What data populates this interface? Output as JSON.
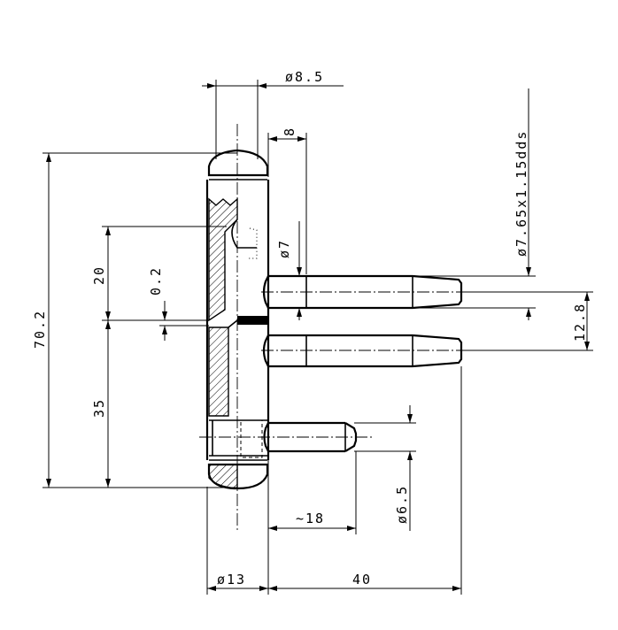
{
  "dimensions": {
    "d_head": "ø8.5",
    "d_pin_len": "8",
    "d_thread": "ø7.65x1.15dds",
    "d_pin": "ø7",
    "h_total": "70.2",
    "h_upper": "20",
    "h_gap": "0.2",
    "h_spacing": "12.8",
    "h_lower": "35",
    "d_small_pin": "ø6.5",
    "l_small_pin": "~18",
    "d_body": "ø13",
    "l_pin_total": "40"
  },
  "colors": {
    "line": "#000000",
    "background": "#ffffff"
  }
}
